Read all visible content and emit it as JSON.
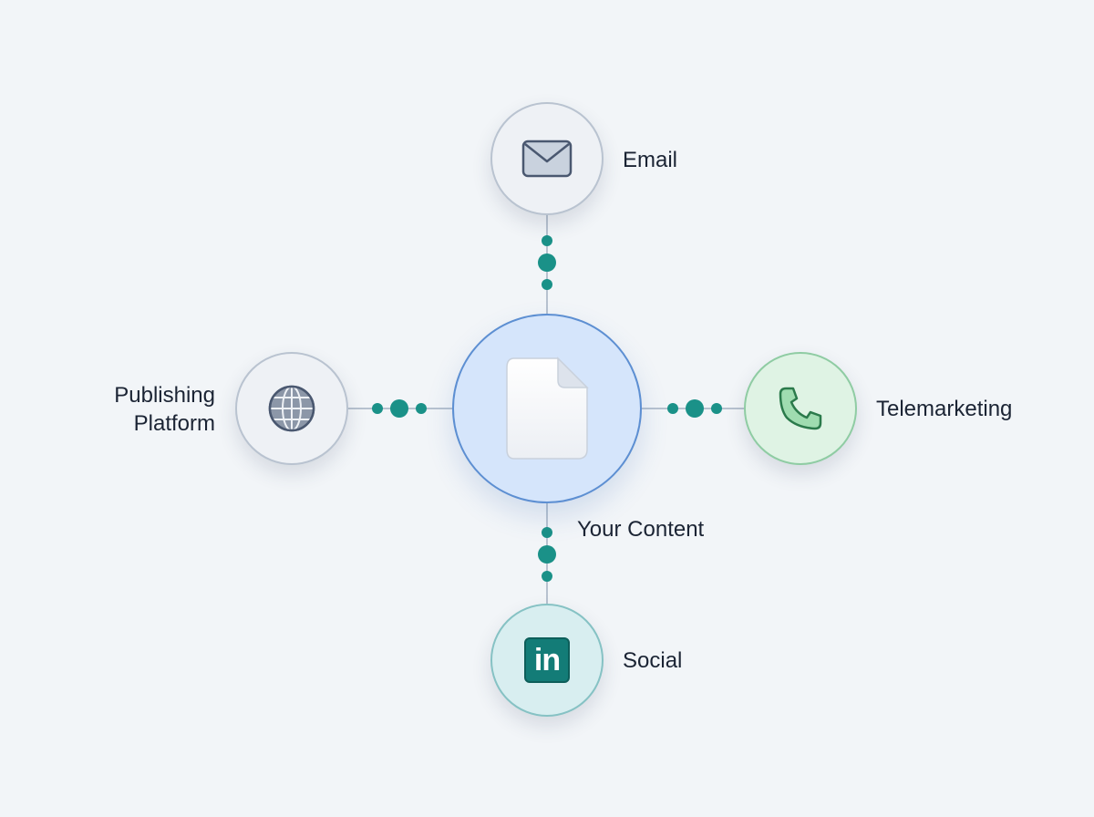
{
  "center": {
    "label": "Your Content",
    "icon": "document-icon"
  },
  "channels": {
    "email": {
      "label": "Email",
      "icon": "envelope-icon"
    },
    "publishing": {
      "label_line1": "Publishing",
      "label_line2": "Platform",
      "icon": "globe-icon"
    },
    "telemarketing": {
      "label": "Telemarketing",
      "icon": "phone-icon"
    },
    "social": {
      "label": "Social",
      "icon": "linkedin-icon",
      "logo_text": "in"
    }
  },
  "colors": {
    "background": "#f2f5f8",
    "connector_dot": "#1a9188",
    "center_fill": "#d5e5fb",
    "center_border": "#5d8fd2",
    "telemarketing_fill": "#dff3e4",
    "social_fill": "#d8eef0"
  }
}
